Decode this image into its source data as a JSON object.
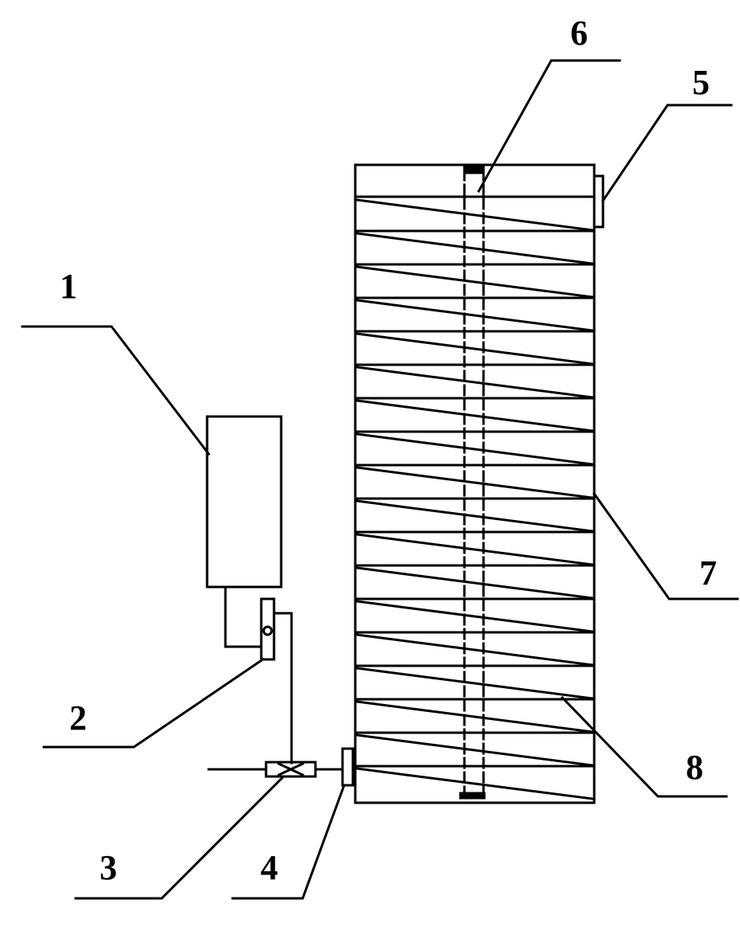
{
  "figure": {
    "colors": {
      "line": "#000000",
      "background": "#ffffff"
    },
    "callouts": [
      {
        "id": "1",
        "label": "1"
      },
      {
        "id": "2",
        "label": "2"
      },
      {
        "id": "3",
        "label": "3"
      },
      {
        "id": "4",
        "label": "4"
      },
      {
        "id": "5",
        "label": "5"
      },
      {
        "id": "6",
        "label": "6"
      },
      {
        "id": "7",
        "label": "7"
      },
      {
        "id": "8",
        "label": "8"
      }
    ],
    "plate_count": 18
  }
}
